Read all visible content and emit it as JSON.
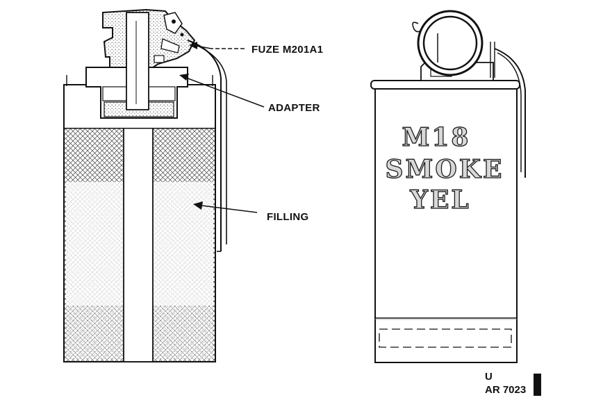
{
  "labels": {
    "fuze": "FUZE M201A1",
    "adapter": "ADAPTER",
    "filling": "FILLING"
  },
  "figure_code": {
    "line1": "U",
    "line2": "AR 7023"
  },
  "canister_stencil": {
    "line1": "M18",
    "line2": "SMOKE",
    "line3": "YEL"
  }
}
